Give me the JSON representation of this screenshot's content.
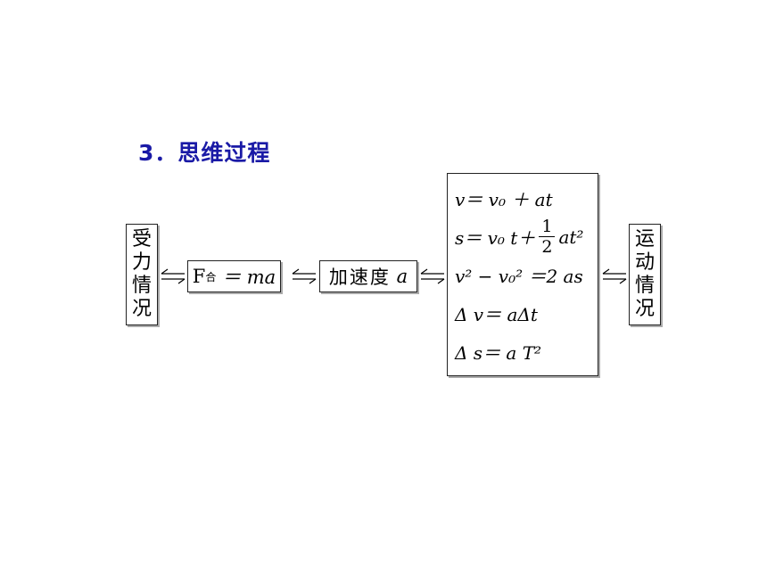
{
  "heading": "3．思维过程",
  "left_box": [
    "受",
    "力",
    "情",
    "况"
  ],
  "right_box": [
    "运",
    "动",
    "情",
    "况"
  ],
  "newton_box": {
    "F": "F",
    "sub": "合",
    "rest": "＝ ma"
  },
  "accel_box": {
    "label": "加速度",
    "symbol": "a"
  },
  "formulas": {
    "f1": "v＝ v₀ ＋ at",
    "f2_left": "s＝ v₀ t＋",
    "f2_num": "1",
    "f2_den": "2",
    "f2_right": "at²",
    "f3": "v² − v₀² ＝2 as",
    "f4": "Δ v＝ aΔt",
    "f5": "Δ s＝ a T²"
  },
  "arrow_symbol": "⇌"
}
